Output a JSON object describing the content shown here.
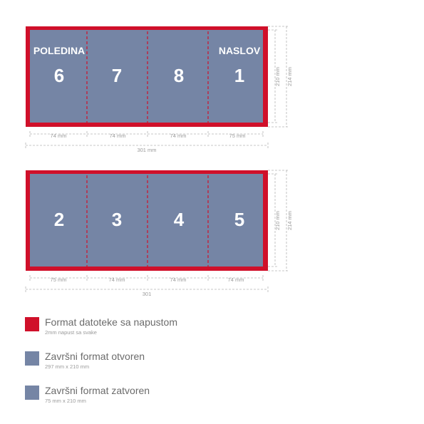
{
  "colors": {
    "bleed": "#d0102a",
    "page": "#7585a5",
    "dim": "#b5b5b5"
  },
  "top_layout": {
    "pages": [
      {
        "num": "6",
        "label": "POLEDINA"
      },
      {
        "num": "7",
        "label": ""
      },
      {
        "num": "8",
        "label": ""
      },
      {
        "num": "1",
        "label": "NASLOV"
      }
    ],
    "widths": [
      "74 mm",
      "74 mm",
      "74 mm",
      "75 mm"
    ],
    "total": "301 mm",
    "height_inner": "210 mm",
    "height_outer": "214 mm"
  },
  "bottom_layout": {
    "pages": [
      {
        "num": "2",
        "label": ""
      },
      {
        "num": "3",
        "label": ""
      },
      {
        "num": "4",
        "label": ""
      },
      {
        "num": "5",
        "label": ""
      }
    ],
    "widths": [
      "75 mm",
      "74 mm",
      "74 mm",
      "74 mm"
    ],
    "total": "301",
    "height_inner": "210 mm",
    "height_outer": "214 mm"
  },
  "legend": [
    {
      "title": "Format datoteke sa napustom",
      "subtitle": "2mm napust sa svake",
      "color": "#d0102a"
    },
    {
      "title": "Završni format otvoren",
      "subtitle": "297 mm x 210 mm",
      "color": "#7585a5"
    },
    {
      "title": "Završni format zatvoren",
      "subtitle": "75 mm x 210 mm",
      "color": "#7585a5"
    }
  ]
}
